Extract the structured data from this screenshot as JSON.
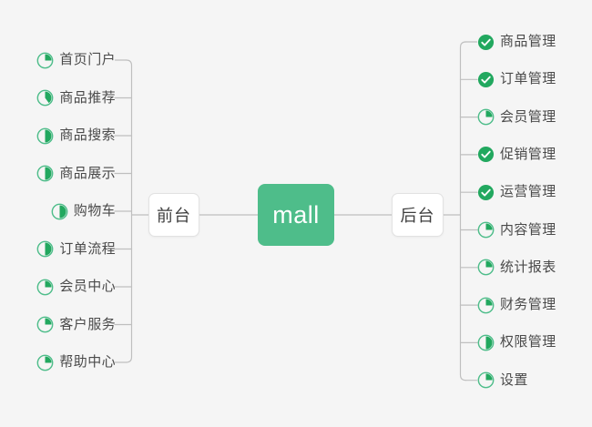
{
  "diagram": {
    "type": "mindmap",
    "background_color": "#f5f5f5",
    "accent_color": "#4ebd8a",
    "line_color": "#bfbfbf",
    "root": {
      "label": "mall",
      "fill": "#4ebd8a",
      "text_color": "#ffffff"
    },
    "branches": [
      {
        "id": "frontend",
        "label": "前台",
        "side": "left"
      },
      {
        "id": "backend",
        "label": "后台",
        "side": "right"
      }
    ]
  },
  "left_branch": {
    "node_label": "前台",
    "items": [
      {
        "label": "首页门户",
        "icon": "pie-progress-icon",
        "progress": 25,
        "status": "in-progress"
      },
      {
        "label": "商品推荐",
        "icon": "pie-progress-icon",
        "progress": 40,
        "status": "in-progress"
      },
      {
        "label": "商品搜索",
        "icon": "pie-progress-icon",
        "progress": 50,
        "status": "in-progress"
      },
      {
        "label": "商品展示",
        "icon": "pie-progress-icon",
        "progress": 50,
        "status": "in-progress"
      },
      {
        "label": "购物车",
        "icon": "pie-progress-icon",
        "progress": 50,
        "status": "in-progress"
      },
      {
        "label": "订单流程",
        "icon": "pie-progress-icon",
        "progress": 50,
        "status": "in-progress"
      },
      {
        "label": "会员中心",
        "icon": "pie-progress-icon",
        "progress": 25,
        "status": "in-progress"
      },
      {
        "label": "客户服务",
        "icon": "pie-progress-icon",
        "progress": 25,
        "status": "in-progress"
      },
      {
        "label": "帮助中心",
        "icon": "pie-progress-icon",
        "progress": 25,
        "status": "in-progress"
      }
    ]
  },
  "right_branch": {
    "node_label": "后台",
    "items": [
      {
        "label": "商品管理",
        "icon": "check-circle-icon",
        "progress": 100,
        "status": "done"
      },
      {
        "label": "订单管理",
        "icon": "check-circle-icon",
        "progress": 100,
        "status": "done"
      },
      {
        "label": "会员管理",
        "icon": "pie-progress-icon",
        "progress": 25,
        "status": "in-progress"
      },
      {
        "label": "促销管理",
        "icon": "check-circle-icon",
        "progress": 100,
        "status": "done"
      },
      {
        "label": "运营管理",
        "icon": "check-circle-icon",
        "progress": 100,
        "status": "done"
      },
      {
        "label": "内容管理",
        "icon": "pie-progress-icon",
        "progress": 25,
        "status": "in-progress"
      },
      {
        "label": "统计报表",
        "icon": "pie-progress-icon",
        "progress": 25,
        "status": "in-progress"
      },
      {
        "label": "财务管理",
        "icon": "pie-progress-icon",
        "progress": 25,
        "status": "in-progress"
      },
      {
        "label": "权限管理",
        "icon": "pie-progress-icon",
        "progress": 50,
        "status": "in-progress"
      },
      {
        "label": "设置",
        "icon": "pie-progress-icon",
        "progress": 25,
        "status": "in-progress"
      }
    ]
  }
}
